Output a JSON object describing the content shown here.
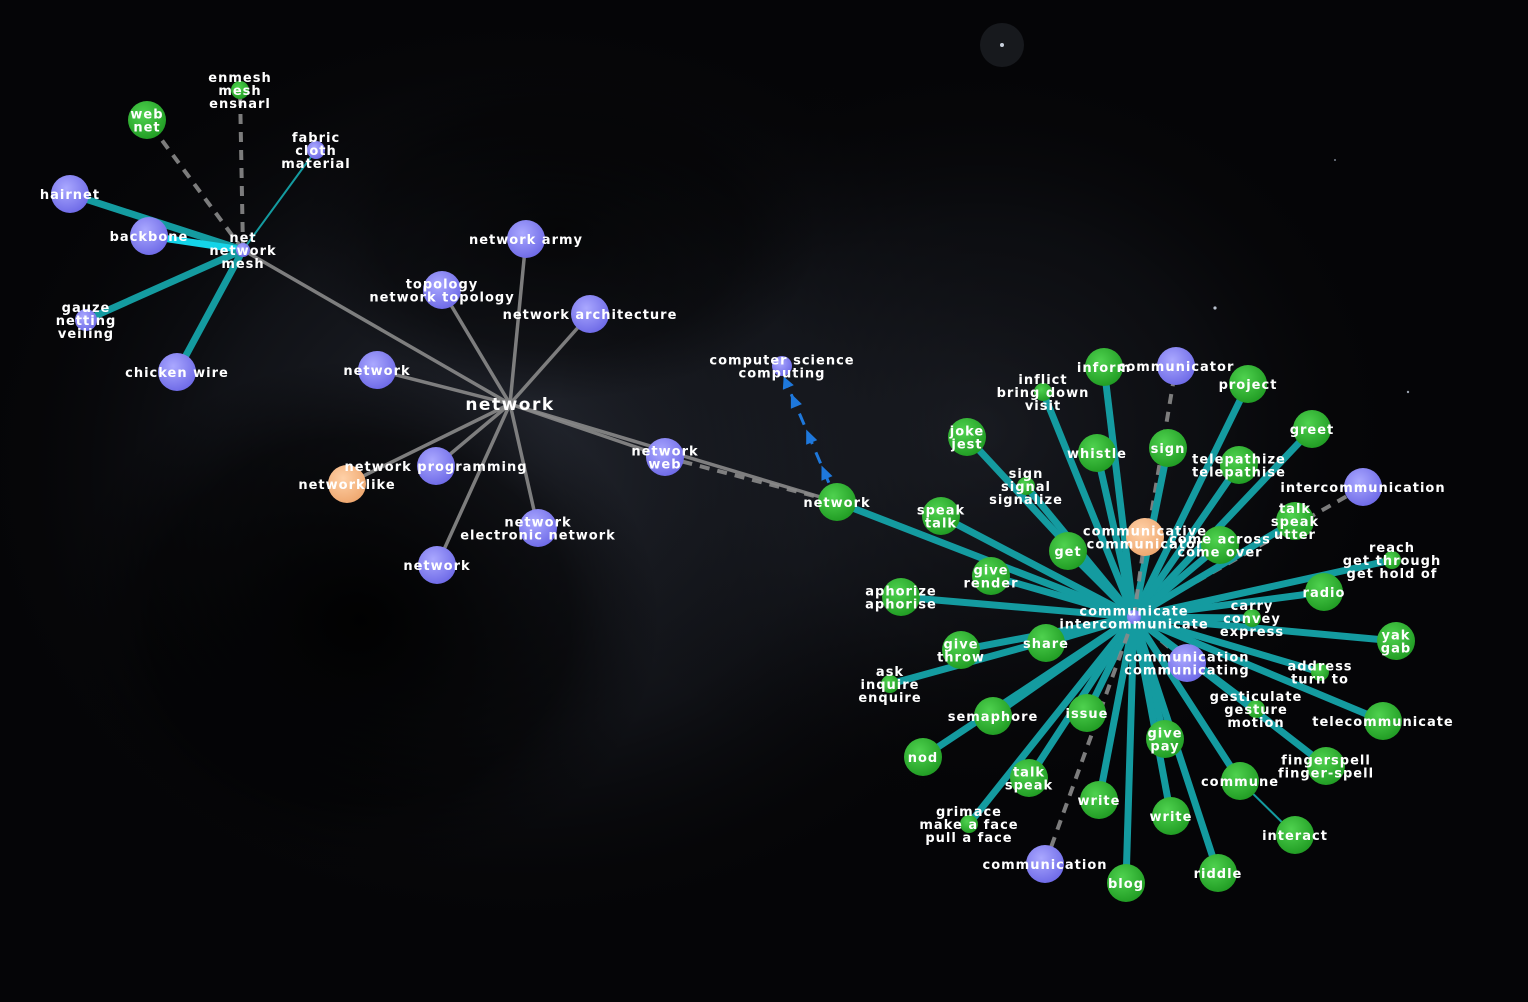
{
  "colors": {
    "background": "#050507",
    "synset_node": "#7b78f0",
    "lemma_node": "#29b02c",
    "adjective_node": "#f4b07a",
    "link_gray": "#8a8a8a",
    "link_teal": "#149ba0",
    "link_cyan": "#14d4e8",
    "link_blue_arrow": "#1e78dc",
    "label": "#ffffff"
  },
  "node_types": {
    "synset": "purple",
    "lemma": "green",
    "adjective": "orange"
  },
  "nodes": [
    {
      "id": "n_network_center",
      "label": "network",
      "type": "center",
      "big": true
    },
    {
      "id": "n_net",
      "label": "net\nnetwork\nmesh",
      "type": "synset",
      "small": true
    },
    {
      "id": "n_webnet",
      "label": "web\nnet",
      "type": "lemma"
    },
    {
      "id": "n_enmesh",
      "label": "enmesh\nmesh\nensnarl",
      "type": "lemma",
      "small": true
    },
    {
      "id": "n_fabric",
      "label": "fabric\ncloth\nmaterial",
      "type": "synset",
      "small": true
    },
    {
      "id": "n_hairnet",
      "label": "hairnet",
      "type": "synset"
    },
    {
      "id": "n_backbone",
      "label": "backbone",
      "type": "synset"
    },
    {
      "id": "n_gauze",
      "label": "gauze\nnetting\nveiling",
      "type": "synset",
      "small": true
    },
    {
      "id": "n_chickenwire",
      "label": "chicken wire",
      "type": "synset"
    },
    {
      "id": "n_army",
      "label": "network army",
      "type": "synset"
    },
    {
      "id": "n_topology",
      "label": "topology\nnetwork topology",
      "type": "synset"
    },
    {
      "id": "n_arch",
      "label": "network architecture",
      "type": "synset"
    },
    {
      "id": "n_network_l",
      "label": "network",
      "type": "synset"
    },
    {
      "id": "n_programming",
      "label": "network programming",
      "type": "synset"
    },
    {
      "id": "n_networklike",
      "label": "networklike",
      "type": "adjective"
    },
    {
      "id": "n_electronic",
      "label": "network\nelectronic network",
      "type": "synset"
    },
    {
      "id": "n_network_b",
      "label": "network",
      "type": "synset"
    },
    {
      "id": "n_networkweb",
      "label": "network\nweb",
      "type": "synset"
    },
    {
      "id": "n_cs",
      "label": "computer science\ncomputing",
      "type": "synset",
      "small": true
    },
    {
      "id": "n_network_g",
      "label": "network",
      "type": "lemma"
    },
    {
      "id": "n_communicate",
      "label": "communicate\nintercommunicate",
      "type": "synset",
      "small": true
    },
    {
      "id": "n_inform",
      "label": "inform",
      "type": "lemma"
    },
    {
      "id": "n_communicator",
      "label": "communicator",
      "type": "synset"
    },
    {
      "id": "n_project",
      "label": "project",
      "type": "lemma"
    },
    {
      "id": "n_greet",
      "label": "greet",
      "type": "lemma"
    },
    {
      "id": "n_inflict",
      "label": "inflict\nbring down\nvisit",
      "type": "lemma",
      "small": true
    },
    {
      "id": "n_joke",
      "label": "joke\njest",
      "type": "lemma"
    },
    {
      "id": "n_whistle",
      "label": "whistle",
      "type": "lemma"
    },
    {
      "id": "n_sign",
      "label": "sign",
      "type": "lemma"
    },
    {
      "id": "n_telepathize",
      "label": "telepathize\ntelepathise",
      "type": "lemma"
    },
    {
      "id": "n_intercomm",
      "label": "intercommunication",
      "type": "synset"
    },
    {
      "id": "n_signal",
      "label": "sign\nsignal\nsignalize",
      "type": "lemma",
      "small": true
    },
    {
      "id": "n_talkspeak",
      "label": "talk\nspeak\nutter",
      "type": "lemma"
    },
    {
      "id": "n_speaktalk",
      "label": "speak\ntalk",
      "type": "lemma"
    },
    {
      "id": "n_communicative",
      "label": "communicative\ncommunicator",
      "type": "adjective"
    },
    {
      "id": "n_comeacross",
      "label": "come across\ncome over",
      "type": "lemma"
    },
    {
      "id": "n_get",
      "label": "get",
      "type": "lemma"
    },
    {
      "id": "n_reach",
      "label": "reach\nget through\nget hold of",
      "type": "lemma",
      "small": true
    },
    {
      "id": "n_give",
      "label": "give\nrender",
      "type": "lemma"
    },
    {
      "id": "n_radio",
      "label": "radio",
      "type": "lemma"
    },
    {
      "id": "n_aphorize",
      "label": "aphorize\naphorise",
      "type": "lemma"
    },
    {
      "id": "n_carry",
      "label": "carry\nconvey\nexpress",
      "type": "lemma",
      "small": true
    },
    {
      "id": "n_yak",
      "label": "yak\ngab",
      "type": "lemma"
    },
    {
      "id": "n_givethrow",
      "label": "give\nthrow",
      "type": "lemma"
    },
    {
      "id": "n_share",
      "label": "share",
      "type": "lemma"
    },
    {
      "id": "n_communication",
      "label": "communication\ncommunicating",
      "type": "synset"
    },
    {
      "id": "n_ask",
      "label": "ask\ninquire\nenquire",
      "type": "lemma",
      "small": true
    },
    {
      "id": "n_address",
      "label": "address\nturn to",
      "type": "lemma",
      "small": true
    },
    {
      "id": "n_gesticulate",
      "label": "gesticulate\ngesture\nmotion",
      "type": "lemma",
      "small": true
    },
    {
      "id": "n_semaphore",
      "label": "semaphore",
      "type": "lemma"
    },
    {
      "id": "n_issue",
      "label": "issue",
      "type": "lemma"
    },
    {
      "id": "n_telecomm",
      "label": "telecommunicate",
      "type": "lemma"
    },
    {
      "id": "n_givepay",
      "label": "give\npay",
      "type": "lemma"
    },
    {
      "id": "n_nod",
      "label": "nod",
      "type": "lemma"
    },
    {
      "id": "n_talkspeak2",
      "label": "talk\nspeak",
      "type": "lemma"
    },
    {
      "id": "n_fingerspell",
      "label": "fingerspell\nfinger-spell",
      "type": "lemma"
    },
    {
      "id": "n_commune",
      "label": "commune",
      "type": "lemma"
    },
    {
      "id": "n_write1",
      "label": "write",
      "type": "lemma"
    },
    {
      "id": "n_write2",
      "label": "write",
      "type": "lemma"
    },
    {
      "id": "n_grimace",
      "label": "grimace\nmake a face\npull a face",
      "type": "lemma",
      "small": true
    },
    {
      "id": "n_interact",
      "label": "interact",
      "type": "lemma"
    },
    {
      "id": "n_communication2",
      "label": "communication",
      "type": "synset"
    },
    {
      "id": "n_blog",
      "label": "blog",
      "type": "lemma"
    },
    {
      "id": "n_riddle",
      "label": "riddle",
      "type": "lemma"
    }
  ],
  "links": [
    {
      "s": "n_network_center",
      "t": "n_net",
      "k": "gray"
    },
    {
      "s": "n_network_center",
      "t": "n_army",
      "k": "gray"
    },
    {
      "s": "n_network_center",
      "t": "n_topology",
      "k": "gray"
    },
    {
      "s": "n_network_center",
      "t": "n_arch",
      "k": "gray"
    },
    {
      "s": "n_network_center",
      "t": "n_network_l",
      "k": "gray"
    },
    {
      "s": "n_network_center",
      "t": "n_programming",
      "k": "gray"
    },
    {
      "s": "n_network_center",
      "t": "n_networklike",
      "k": "gray"
    },
    {
      "s": "n_network_center",
      "t": "n_electronic",
      "k": "gray"
    },
    {
      "s": "n_network_center",
      "t": "n_network_b",
      "k": "gray"
    },
    {
      "s": "n_network_center",
      "t": "n_networkweb",
      "k": "gray"
    },
    {
      "s": "n_network_center",
      "t": "n_network_g",
      "k": "gray"
    },
    {
      "s": "n_networkweb",
      "t": "n_network_g",
      "k": "graydash"
    },
    {
      "s": "n_net",
      "t": "n_webnet",
      "k": "graydash"
    },
    {
      "s": "n_net",
      "t": "n_enmesh",
      "k": "graydash"
    },
    {
      "s": "n_net",
      "t": "n_fabric",
      "k": "tealthin"
    },
    {
      "s": "n_net",
      "t": "n_hairnet",
      "k": "teal"
    },
    {
      "s": "n_net",
      "t": "n_backbone",
      "k": "cyan"
    },
    {
      "s": "n_net",
      "t": "n_gauze",
      "k": "teal"
    },
    {
      "s": "n_net",
      "t": "n_chickenwire",
      "k": "teal"
    },
    {
      "s": "n_network_g",
      "t": "n_cs",
      "k": "bluearrow"
    },
    {
      "s": "n_network_g",
      "t": "n_communicate",
      "k": "teal"
    },
    {
      "s": "n_communicate",
      "t": "n_inform",
      "k": "teal"
    },
    {
      "s": "n_communicate",
      "t": "n_communicator",
      "k": "graydash"
    },
    {
      "s": "n_communicate",
      "t": "n_project",
      "k": "teal"
    },
    {
      "s": "n_communicate",
      "t": "n_greet",
      "k": "teal"
    },
    {
      "s": "n_communicate",
      "t": "n_inflict",
      "k": "teal"
    },
    {
      "s": "n_communicate",
      "t": "n_joke",
      "k": "teal"
    },
    {
      "s": "n_communicate",
      "t": "n_whistle",
      "k": "teal"
    },
    {
      "s": "n_communicate",
      "t": "n_sign",
      "k": "teal"
    },
    {
      "s": "n_communicate",
      "t": "n_telepathize",
      "k": "teal"
    },
    {
      "s": "n_communicate",
      "t": "n_intercomm",
      "k": "graydash"
    },
    {
      "s": "n_communicate",
      "t": "n_signal",
      "k": "teal"
    },
    {
      "s": "n_communicate",
      "t": "n_talkspeak",
      "k": "teal"
    },
    {
      "s": "n_communicate",
      "t": "n_speaktalk",
      "k": "teal"
    },
    {
      "s": "n_communicate",
      "t": "n_communicative",
      "k": "graydash"
    },
    {
      "s": "n_communicate",
      "t": "n_comeacross",
      "k": "teal"
    },
    {
      "s": "n_communicate",
      "t": "n_get",
      "k": "teal"
    },
    {
      "s": "n_communicate",
      "t": "n_reach",
      "k": "teal"
    },
    {
      "s": "n_communicate",
      "t": "n_give",
      "k": "teal"
    },
    {
      "s": "n_communicate",
      "t": "n_radio",
      "k": "teal"
    },
    {
      "s": "n_communicate",
      "t": "n_aphorize",
      "k": "teal"
    },
    {
      "s": "n_communicate",
      "t": "n_carry",
      "k": "teal"
    },
    {
      "s": "n_communicate",
      "t": "n_yak",
      "k": "teal"
    },
    {
      "s": "n_communicate",
      "t": "n_givethrow",
      "k": "teal"
    },
    {
      "s": "n_communicate",
      "t": "n_share",
      "k": "teal"
    },
    {
      "s": "n_communicate",
      "t": "n_communication",
      "k": "graydash"
    },
    {
      "s": "n_communicate",
      "t": "n_ask",
      "k": "teal"
    },
    {
      "s": "n_communicate",
      "t": "n_address",
      "k": "teal"
    },
    {
      "s": "n_communicate",
      "t": "n_gesticulate",
      "k": "teal"
    },
    {
      "s": "n_communicate",
      "t": "n_semaphore",
      "k": "teal"
    },
    {
      "s": "n_communicate",
      "t": "n_issue",
      "k": "teal"
    },
    {
      "s": "n_communicate",
      "t": "n_telecomm",
      "k": "teal"
    },
    {
      "s": "n_communicate",
      "t": "n_givepay",
      "k": "teal"
    },
    {
      "s": "n_communicate",
      "t": "n_nod",
      "k": "teal"
    },
    {
      "s": "n_communicate",
      "t": "n_talkspeak2",
      "k": "teal"
    },
    {
      "s": "n_communicate",
      "t": "n_fingerspell",
      "k": "teal"
    },
    {
      "s": "n_communicate",
      "t": "n_commune",
      "k": "teal"
    },
    {
      "s": "n_communicate",
      "t": "n_write1",
      "k": "teal"
    },
    {
      "s": "n_communicate",
      "t": "n_write2",
      "k": "teal"
    },
    {
      "s": "n_communicate",
      "t": "n_grimace",
      "k": "teal"
    },
    {
      "s": "n_commune",
      "t": "n_interact",
      "k": "tealthin"
    },
    {
      "s": "n_communicate",
      "t": "n_communication2",
      "k": "graydash"
    },
    {
      "s": "n_communicate",
      "t": "n_blog",
      "k": "teal"
    },
    {
      "s": "n_communicate",
      "t": "n_riddle",
      "k": "teal"
    }
  ]
}
